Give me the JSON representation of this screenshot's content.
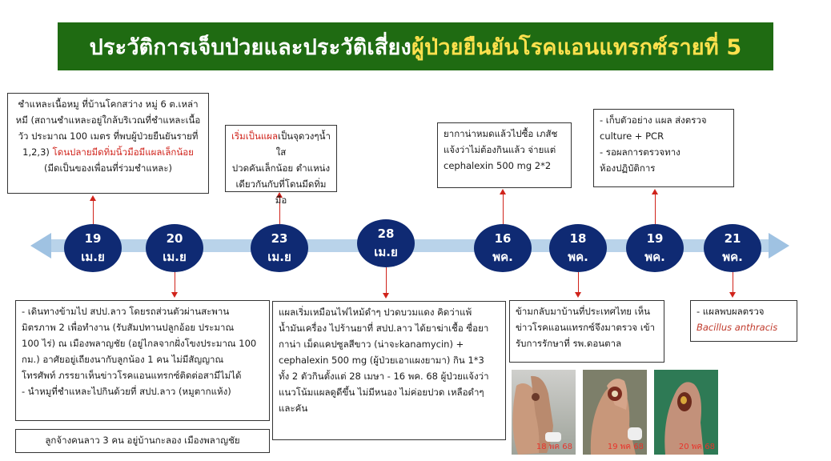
{
  "title": {
    "main": "ประวัติการเจ็บป่วยและประวัติเสี่ยง",
    "highlight": "ผู้ป่วยยืนยันโรคแอนแทรกซ์รายที่ 5"
  },
  "timeline": [
    {
      "day": "19",
      "month": "เม.ย"
    },
    {
      "day": "20",
      "month": "เม.ย"
    },
    {
      "day": "23",
      "month": "เม.ย"
    },
    {
      "day": "28",
      "month": "เม.ย"
    },
    {
      "day": "16",
      "month": "พค."
    },
    {
      "day": "18",
      "month": "พค."
    },
    {
      "day": "19",
      "month": "พค."
    },
    {
      "day": "21",
      "month": "พค."
    }
  ],
  "boxes": {
    "b19": {
      "line1": "ชำแหละเนื้อหมู ที่บ้านโคกสว่าง หมู่ 6 ต.เหล่า",
      "line2": "หมี (สถานชำแหละอยู่ใกล้บริเวณที่ชำแหละเนื้อ",
      "line3": "วัว ประมาณ 100 เมตร ที่พบผู้ป่วยยืนยันรายที่",
      "line4a": "1,2,3) ",
      "line4b": "โดนปลายมีดทิ่มนิ้วมือมีแผลเล็กน้อย",
      "line5": "(มีดเป็นของเพื่อนที่ร่วมชำแหละ)"
    },
    "b23": {
      "l1a": "เริ่มเป็นแผล",
      "l1b": "เป็นจุดวงๆน้ำใส",
      "l2": "ปวดคันเล็กน้อย ตำแหน่ง",
      "l3": "เดียวกันกับที่โดนมีดทิ่มมือ"
    },
    "b16": {
      "l1": "ยากาน่าหมดแล้วไปซื้อ เภสัช",
      "l2": "แจ้งว่าไม่ต้องกินแล้ว จ่ายแต่",
      "l3": "cephalexin 500 mg 2*2"
    },
    "b19pk": {
      "l1": "- เก็บตัวอย่าง แผล ส่งตรวจ",
      "l2": "culture + PCR",
      "l3": "- รอผลการตรวจทาง",
      "l4": "ห้องปฏิบัติการ"
    },
    "b20": {
      "l1": "- เดินทางข้ามไป สปป.ลาว โดยรถส่วนตัวผ่านสะพาน",
      "l2": "มิตรภาพ 2 เพื่อทำงาน (รับสัมปทานปลูกอ้อย ประมาณ",
      "l3": "100 ไร่) ณ เมืองพลาญชัย (อยู่ไกลจากฝั่งโขงประมาณ 100",
      "l4": "กม.) อาศัยอยู่เถียงนากับลูกน้อง 1 คน ไม่มีสัญญาณ",
      "l5": "โทรศัพท์ ภรรยาเห็นข่าวโรคแอนแทรกซ์ติดต่อสามีไม่ได้",
      "l6": "- นำหมูที่ชำแหละไปกินด้วยที่ สปป.ลาว (หมูตากแห้ง)"
    },
    "bworkers": {
      "l1": "ลูกจ้างคนลาว 3 คน อยู่บ้านกะลอง เมืองพลาญชัย"
    },
    "b28": {
      "l1": "แผลเริ่มเหมือนไฟไหม้ดำๆ ปวดบวมแดง คิดว่าแพ้",
      "l2": "น้ำมันเครื่อง ไปร้านยาที่ สปป.ลาว ได้ยาฆ่าเชื้อ ซื่อยา",
      "l3": "กาน่า เม็ดแคปซูลสีขาว (น่าจะkanamycin)  +",
      "l4": "cephalexin 500 mg (ผู้ป่วยเอาแผงยามา) กิน 1*3",
      "l5": "ทั้ง 2 ตัวกินตั้งแต่ 28 เมษา - 16 พค. 68 ผู้ป่วยแจ้งว่า",
      "l6": "แนวโน้มแผลดูดีขึ้น ไม่มีหนอง ไม่ค่อยปวด เหลือดำๆ",
      "l7": "และคัน"
    },
    "b18": {
      "l1": "ข้ามกลับมาบ้านที่ประเทศไทย เห็น",
      "l2": "ข่าวโรคแอนแทรกซ์จึงมาตรวจ เข้า",
      "l3": "รับการรักษาที่ รพ.ดอนตาล"
    },
    "b21": {
      "l1": "- แผลพบผลตรวจ",
      "l2": "Bacillus anthracis"
    }
  },
  "photos": [
    {
      "caption": "18 พค 68"
    },
    {
      "caption": "19 พค 68"
    },
    {
      "caption": "20 พค 68"
    }
  ],
  "colors": {
    "title_bg": "#1f6b12",
    "title_text": "#ffffff",
    "title_highlight": "#ffe14d",
    "node": "#0f2a73",
    "axis": "#b9d3ea",
    "arrow": "#d0231b",
    "red_text": "#d0231b"
  }
}
